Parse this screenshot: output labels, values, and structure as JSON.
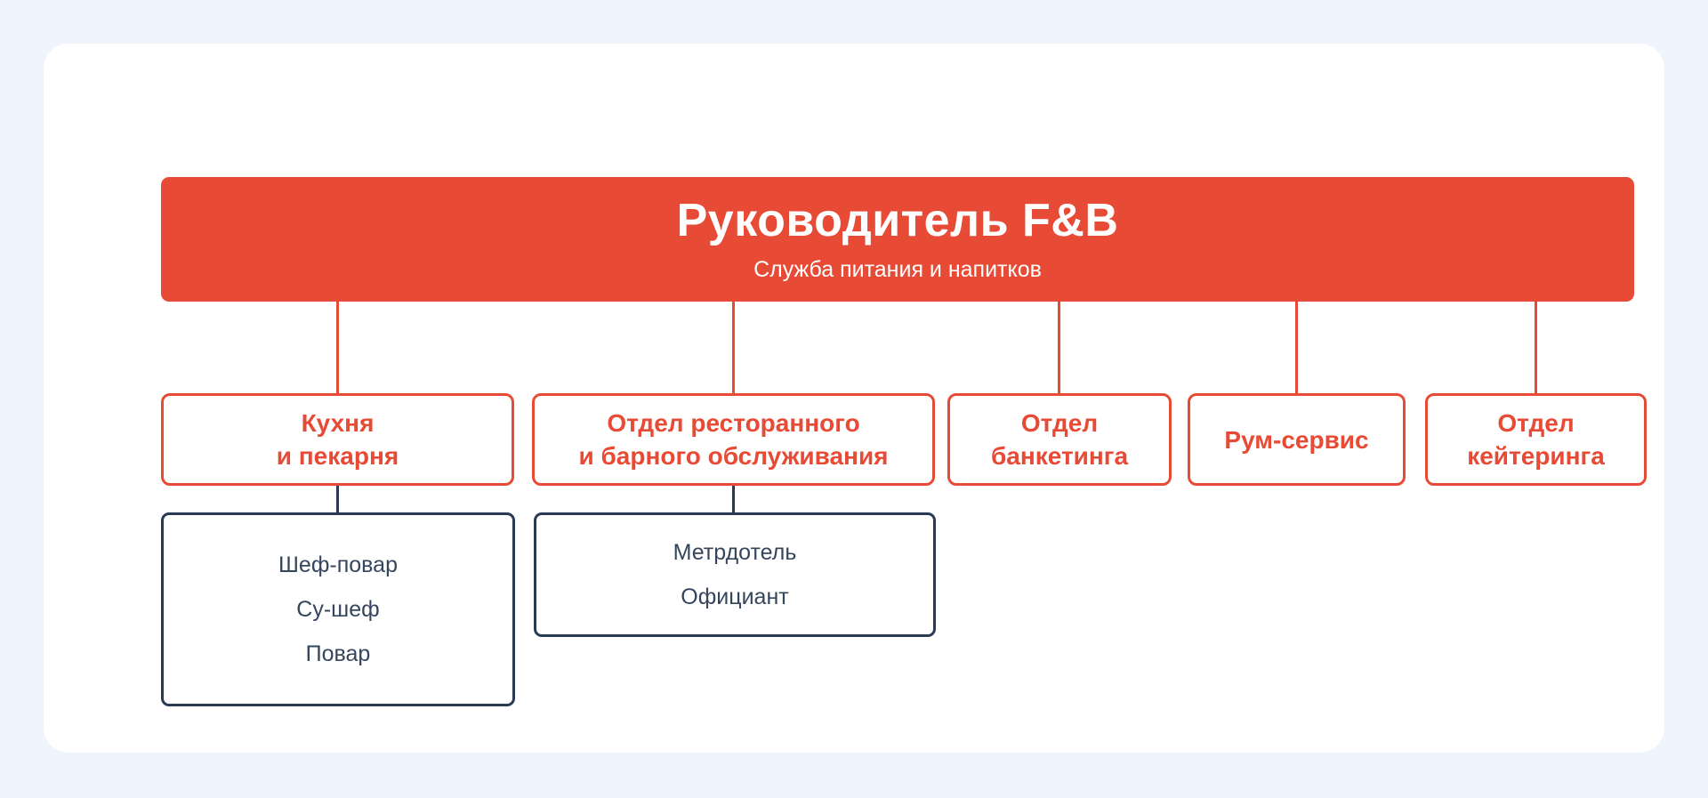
{
  "colors": {
    "page_background": "#F0F4FC",
    "card_background": "#FFFFFF",
    "accent_red": "#E74A35",
    "navy": "#2A3A55",
    "navy_text": "#34465E",
    "white_text": "#FFFFFF"
  },
  "org_chart": {
    "root": {
      "title": "Руководитель F&B",
      "subtitle": "Служба питания и напитков"
    },
    "departments": [
      {
        "title": "Кухня\nи пекарня",
        "roles": [
          "Шеф-повар",
          "Су-шеф",
          "Повар"
        ]
      },
      {
        "title": "Отдел ресторанного\nи барного обслуживания",
        "roles": [
          "Метрдотель",
          "Официант"
        ]
      },
      {
        "title": "Отдел\nбанкетинга",
        "roles": []
      },
      {
        "title": "Рум-сервис",
        "roles": []
      },
      {
        "title": "Отдел\nкейтеринга",
        "roles": []
      }
    ]
  }
}
